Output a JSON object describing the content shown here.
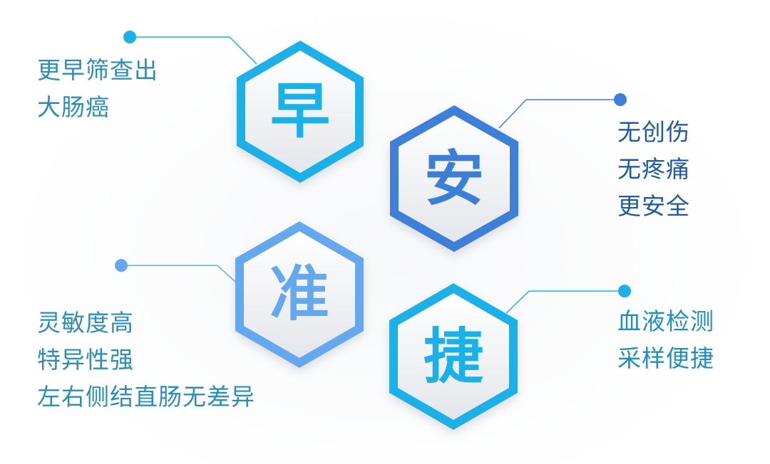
{
  "colors": {
    "cyan": "#1ab0e8",
    "blue": "#3c7fd9",
    "lightblue": "#66a8f0",
    "text_teal": "#2a8fb8",
    "text_navy": "#1f5aa8",
    "hex_fill_top": "#ffffff",
    "hex_fill_bottom": "#e6e9ee"
  },
  "features": [
    {
      "id": "early",
      "char": "早",
      "color": "cyan",
      "lines": [
        "更早筛查出",
        "大肠癌"
      ]
    },
    {
      "id": "safe",
      "char": "安",
      "color": "blue",
      "lines": [
        "无创伤",
        "无疼痛",
        "更安全"
      ]
    },
    {
      "id": "accurate",
      "char": "准",
      "color": "lightblue",
      "lines": [
        "灵敏度高",
        "特异性强",
        "左右侧结直肠无差异"
      ]
    },
    {
      "id": "convenient",
      "char": "捷",
      "color": "cyan",
      "lines": [
        "血液检测",
        "采样便捷"
      ]
    }
  ]
}
